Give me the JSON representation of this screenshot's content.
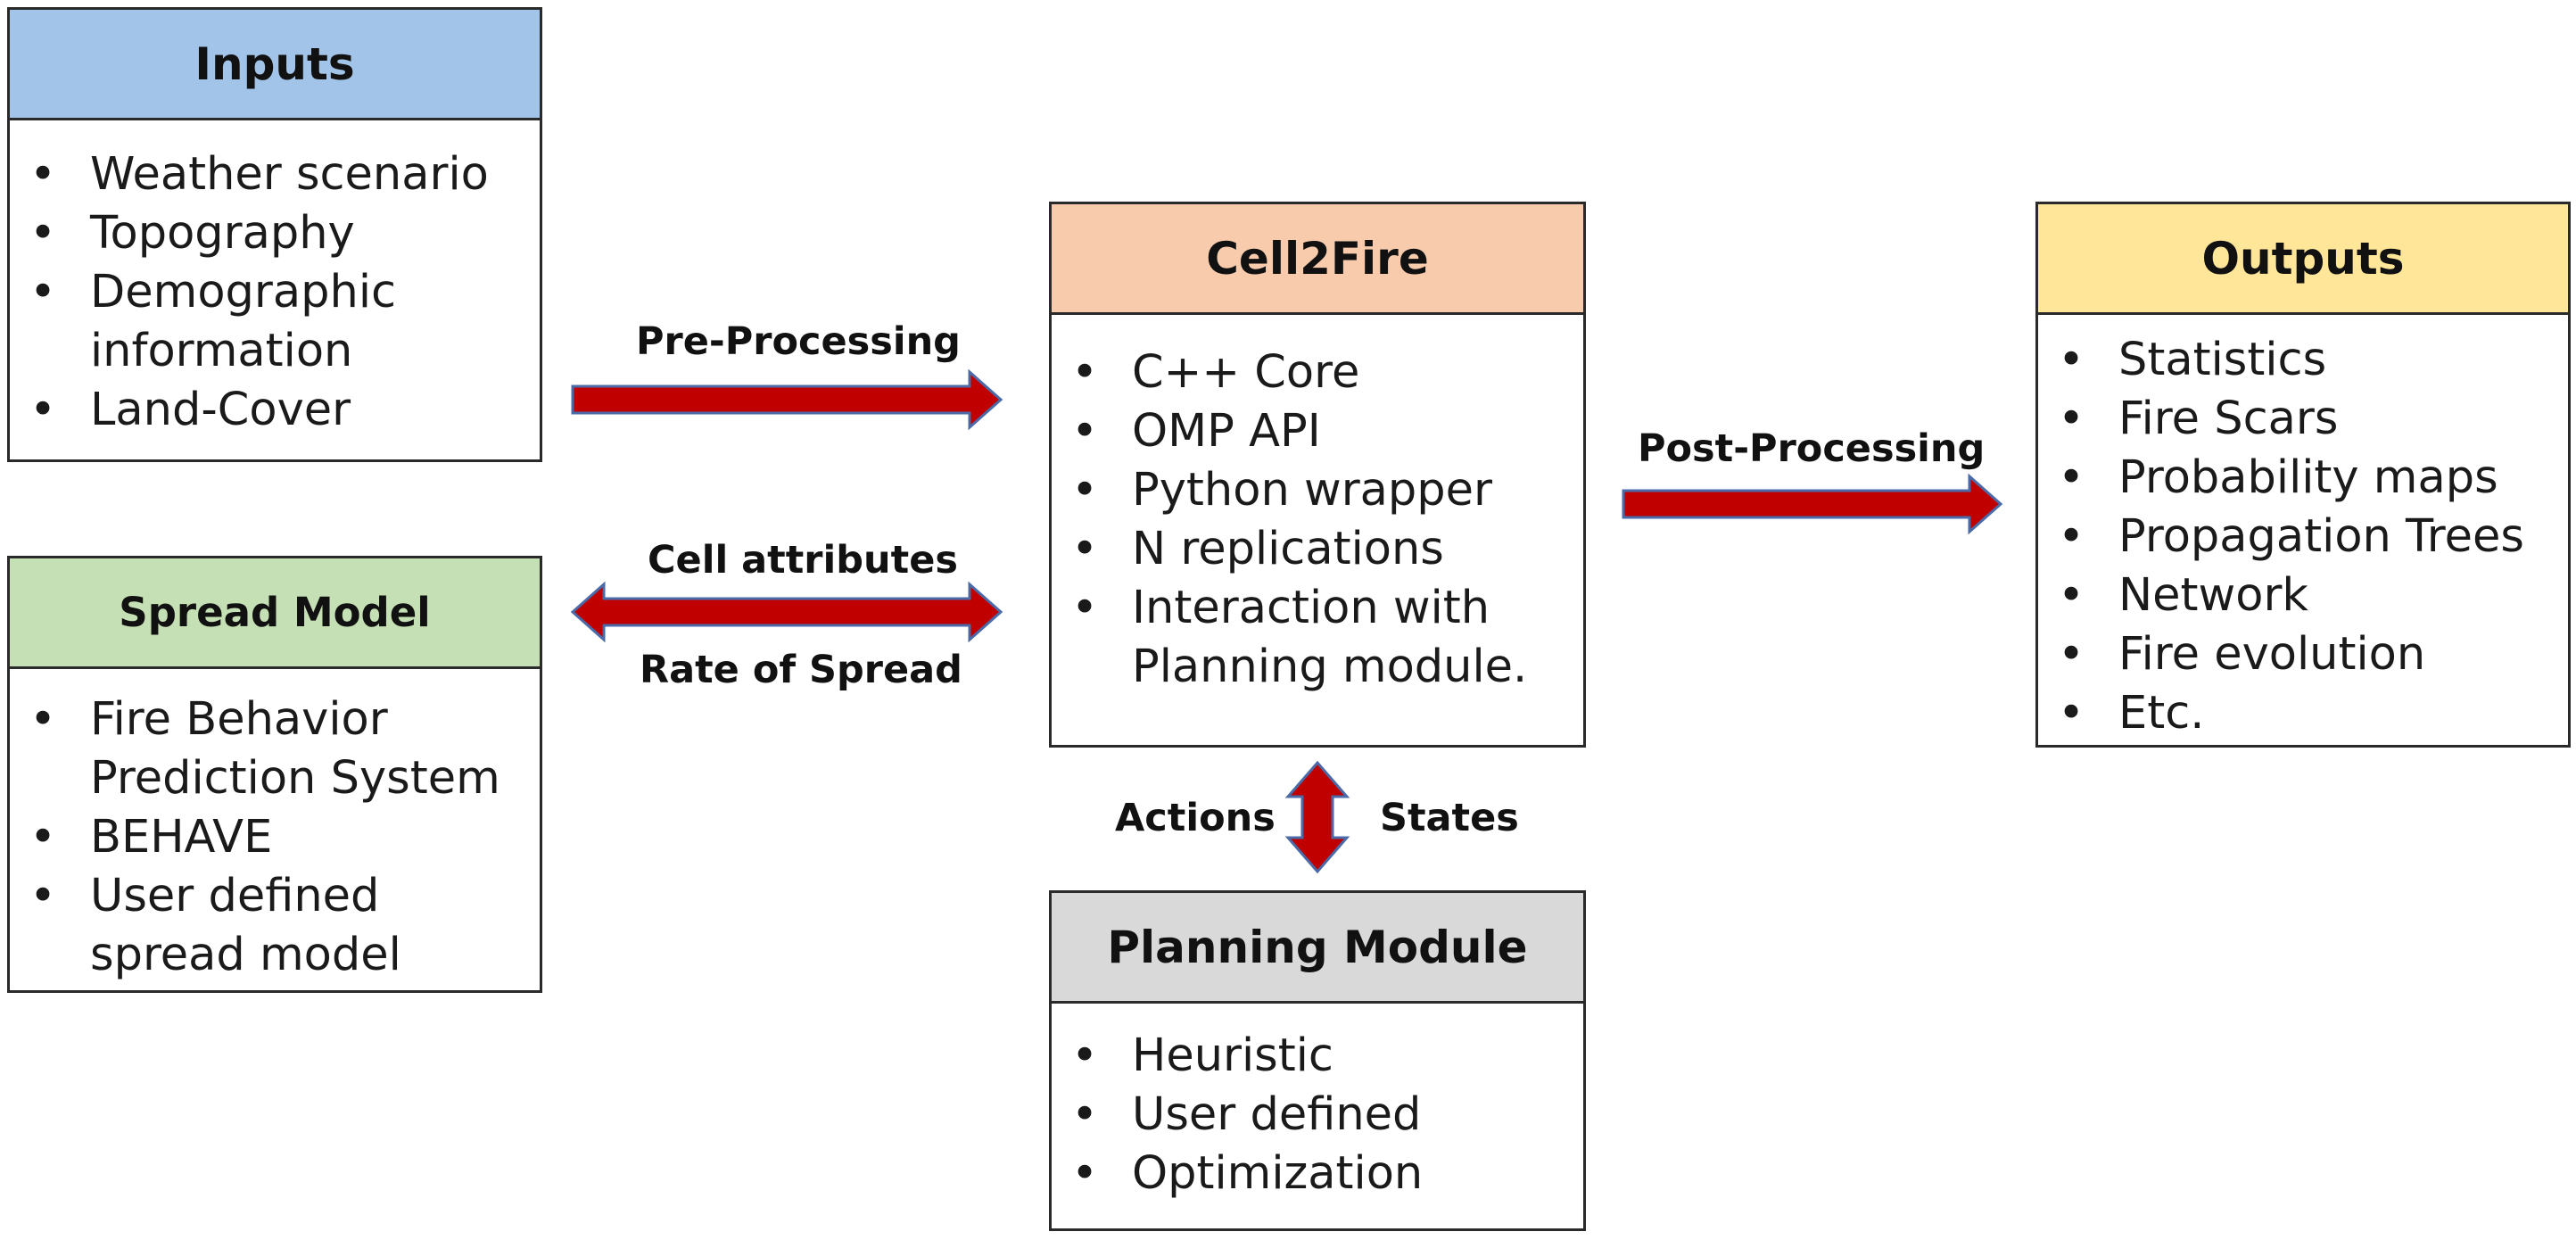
{
  "colors": {
    "inputs_header": "#a2c4e8",
    "spread_header": "#c5e0b4",
    "cell2fire_header": "#f8cbad",
    "planning_header": "#d9d9d9",
    "outputs_header": "#ffe699",
    "arrow_fill": "#c00000",
    "arrow_stroke": "#4a6aa8"
  },
  "inputs": {
    "title": "Inputs",
    "items": [
      "Weather scenario",
      "Topography",
      "Demographic\ninformation",
      "Land-Cover"
    ]
  },
  "spread_model": {
    "title": "Spread Model",
    "items": [
      "Fire Behavior\nPrediction System",
      "BEHAVE",
      "User defined\nspread model"
    ]
  },
  "cell2fire": {
    "title": "Cell2Fire",
    "items": [
      "C++ Core",
      "OMP API",
      "Python wrapper",
      "N replications",
      "Interaction with\nPlanning module."
    ]
  },
  "planning": {
    "title": "Planning Module",
    "items": [
      "Heuristic",
      "User defined",
      "Optimization"
    ]
  },
  "outputs": {
    "title": "Outputs",
    "items": [
      "Statistics",
      "Fire Scars",
      "Probability maps",
      "Propagation Trees",
      "Network",
      "Fire evolution",
      "Etc."
    ]
  },
  "arrows": {
    "pre_processing": "Pre-Processing",
    "cell_attributes": "Cell attributes",
    "rate_of_spread": "Rate of Spread",
    "post_processing": "Post-Processing",
    "actions": "Actions",
    "states": "States"
  },
  "bullet_symbol": "•"
}
